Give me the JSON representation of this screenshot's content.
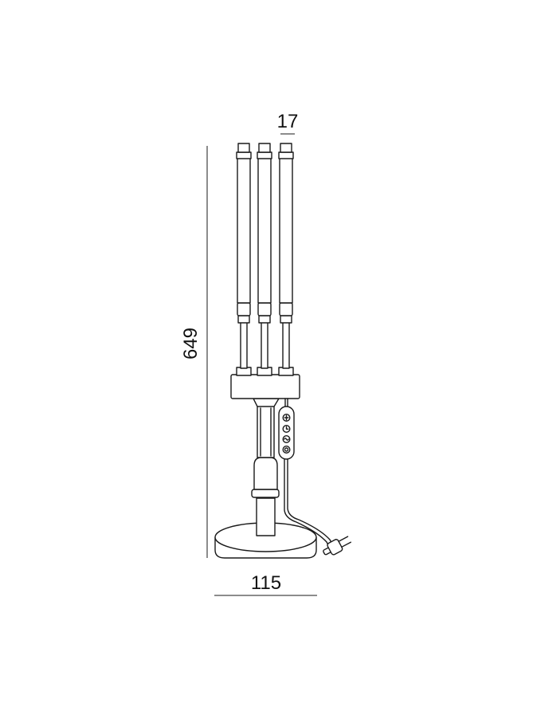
{
  "dimensions": {
    "height_label": "649",
    "width_label": "115",
    "tube_diameter_label": "17"
  }
}
